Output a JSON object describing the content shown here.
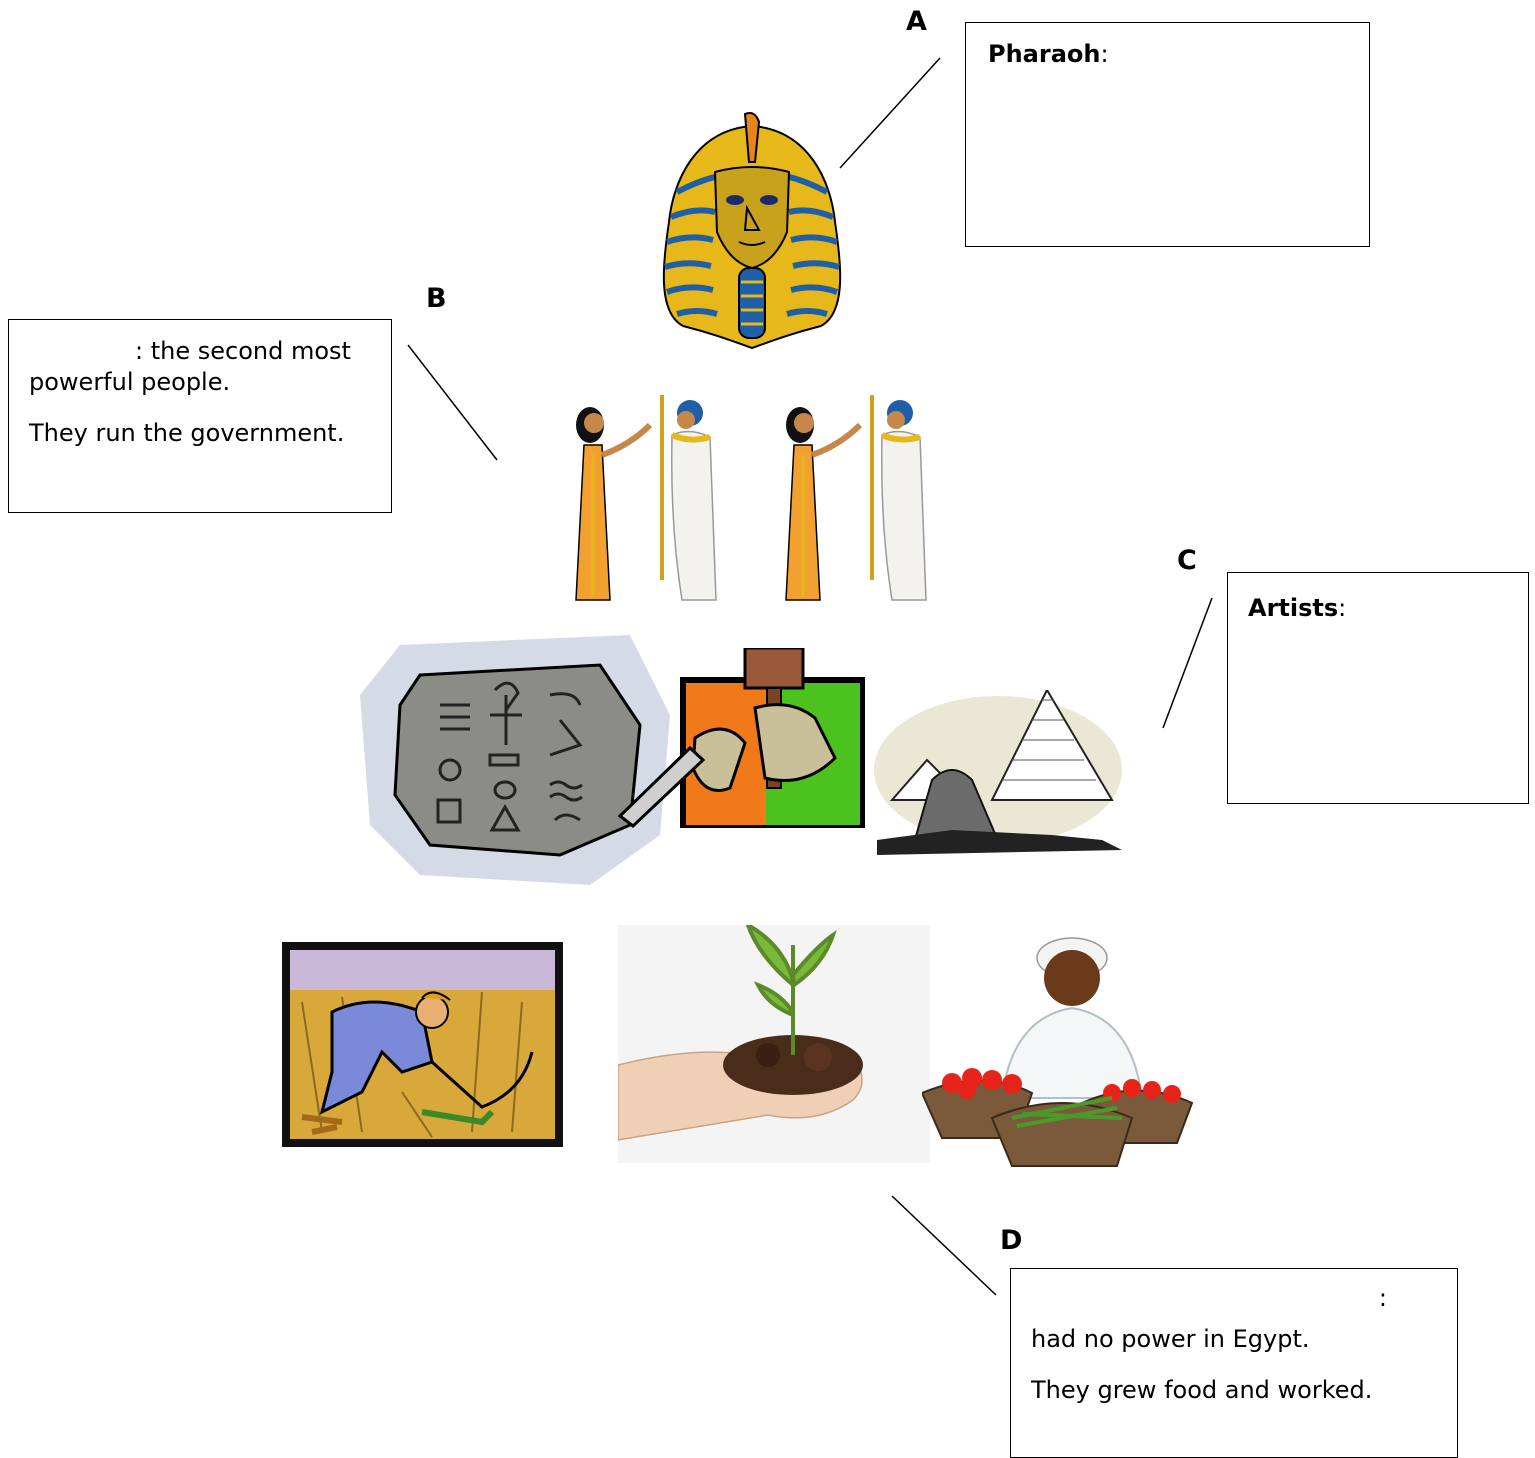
{
  "labels": {
    "a": "A",
    "b": "B",
    "c": "C",
    "d": "D"
  },
  "box_a": {
    "term": "Pharaoh",
    "colon": ":"
  },
  "box_b": {
    "line1": ": the second most",
    "line2": "powerful people.",
    "line3": "They run the government."
  },
  "box_c": {
    "term": "Artists",
    "colon": ":"
  },
  "box_d": {
    "colon": ":",
    "line1": "had no power in Egypt.",
    "line2": "They grew food and worked."
  },
  "colors": {
    "gold": "#e6b81a",
    "blue": "#1f5fa8",
    "orange": "#f2a030",
    "green": "#4cc21f",
    "stone": "#8c8c86",
    "tomato": "#e8241a"
  }
}
